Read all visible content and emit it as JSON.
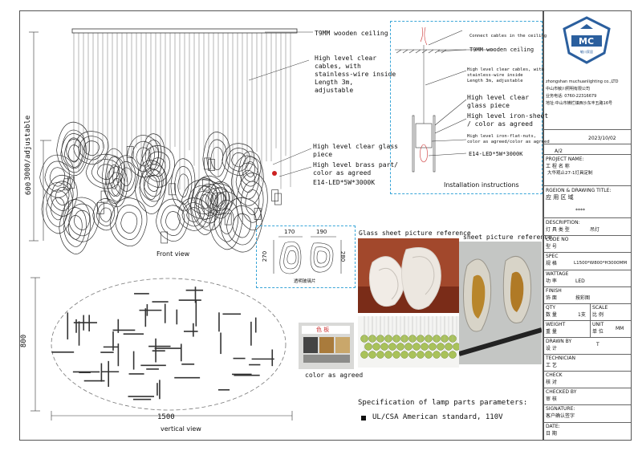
{
  "callouts_front": {
    "ceiling": "T9MM wooden ceiling",
    "cables": "High level clear\ncables, with\nstainless-wire inside\n  Length 3m,\nadjustable",
    "glass_piece": "High level clear glass\npiece",
    "brass_part": "High level brass part/\ncolor as agreed",
    "led": "E14-LED*5W*3000K"
  },
  "dimensions": {
    "total_height": "3000/adjustable",
    "body_height": "600",
    "vertical_height": "800",
    "vertical_width": "1500"
  },
  "views": {
    "front": "Front view",
    "vertical": "vertical view",
    "installation": "Installation instructions"
  },
  "installation": {
    "connect": "Connect cables in the ceiling",
    "ceiling": "T9MM wooden ceiling",
    "cables": "High level clear cables, with\nstainless-wire inside\nLength 3m, adjustable",
    "glass": "High level clear\nglass piece",
    "iron_sheet": "High level iron-sheet\n/ color as agreed",
    "nuts": "High level iron-flat-nuts,\ncolor as agreed/color as agreed",
    "led": "E14-LED*5W*3000K"
  },
  "glass_pieces": {
    "w1": "170",
    "w2": "190",
    "h1": "270",
    "h2": "280",
    "caption": "透明玻璃片"
  },
  "references": {
    "glass_title": "Glass sheet picture reference",
    "sheet_title": "sheet picture reference",
    "color_caption": "color as agreed",
    "swatch_title": "色 板"
  },
  "spec": {
    "title": "Specification of lamp parts parameters:",
    "standard": "UL/CSA American standard, 110V"
  },
  "title_block": {
    "logo": "MC",
    "logo_sub": "敏川家居",
    "company_en": "zhongshan muchuanlighting co.,LTD",
    "company_cn": "中山市敏川照明有限公司",
    "phone": "业务电话: 0760-22316679",
    "address": "地址:中山市横栏镇西沙东丰五路16号",
    "date": "2023/10/02",
    "sheet": "A/2",
    "project_label": "PROJECT NAME:",
    "project_cn_label": "工 程 名 称",
    "project_value": "大华观止27-1灯具定制",
    "region_label": "RGEION & DRAWING TITLE:",
    "region_cn_label": "应  用  区  域",
    "region_value": "****",
    "description_label": "DESCRIPTION:",
    "description_cn_label": "灯 具 类 型",
    "description_value": "吊灯",
    "code_label": "CODE NO",
    "code_cn_label": "型  号",
    "spec_label": "SPEC",
    "spec_cn_label": "规  格",
    "spec_value": "L1500*W800*H3000MM",
    "wattage_label": "WATTAGE",
    "wattage_cn_label": "功 率",
    "wattage_value": "LED",
    "finish_label": "FINISH",
    "finish_cn_label": "饰  面",
    "finish_value": "按彩图",
    "qty_label": "QTY",
    "qty_cn_label": "数  量",
    "qty_value": "1支",
    "scale_label": "SCALE",
    "scale_cn_label": "比 例",
    "weight_label": "WEIGHT",
    "weight_cn_label": "重  量",
    "unit_label": "UNIT",
    "unit_cn_label": "单 位",
    "unit_value": "MM",
    "drawn_label": "DRAWN BY",
    "drawn_cn_label": "设  计",
    "drawn_value": "T",
    "tech_label": "TECHNICIAN",
    "tech_cn_label": "工  艺",
    "check_label": "CHECK",
    "check_cn_label": "核  对",
    "checked_label": "CHECKED BY",
    "checked_cn_label": "审  核",
    "signature_label": "SIGNATURE:",
    "signature_cn_label": "客户确认签字",
    "date_label": "DATE:",
    "date_cn_label": "日  期"
  },
  "colors": {
    "line": "#444444",
    "ellipse": "#777777",
    "logo_blue": "#2b5f9e",
    "led_red": "#cc2222"
  }
}
